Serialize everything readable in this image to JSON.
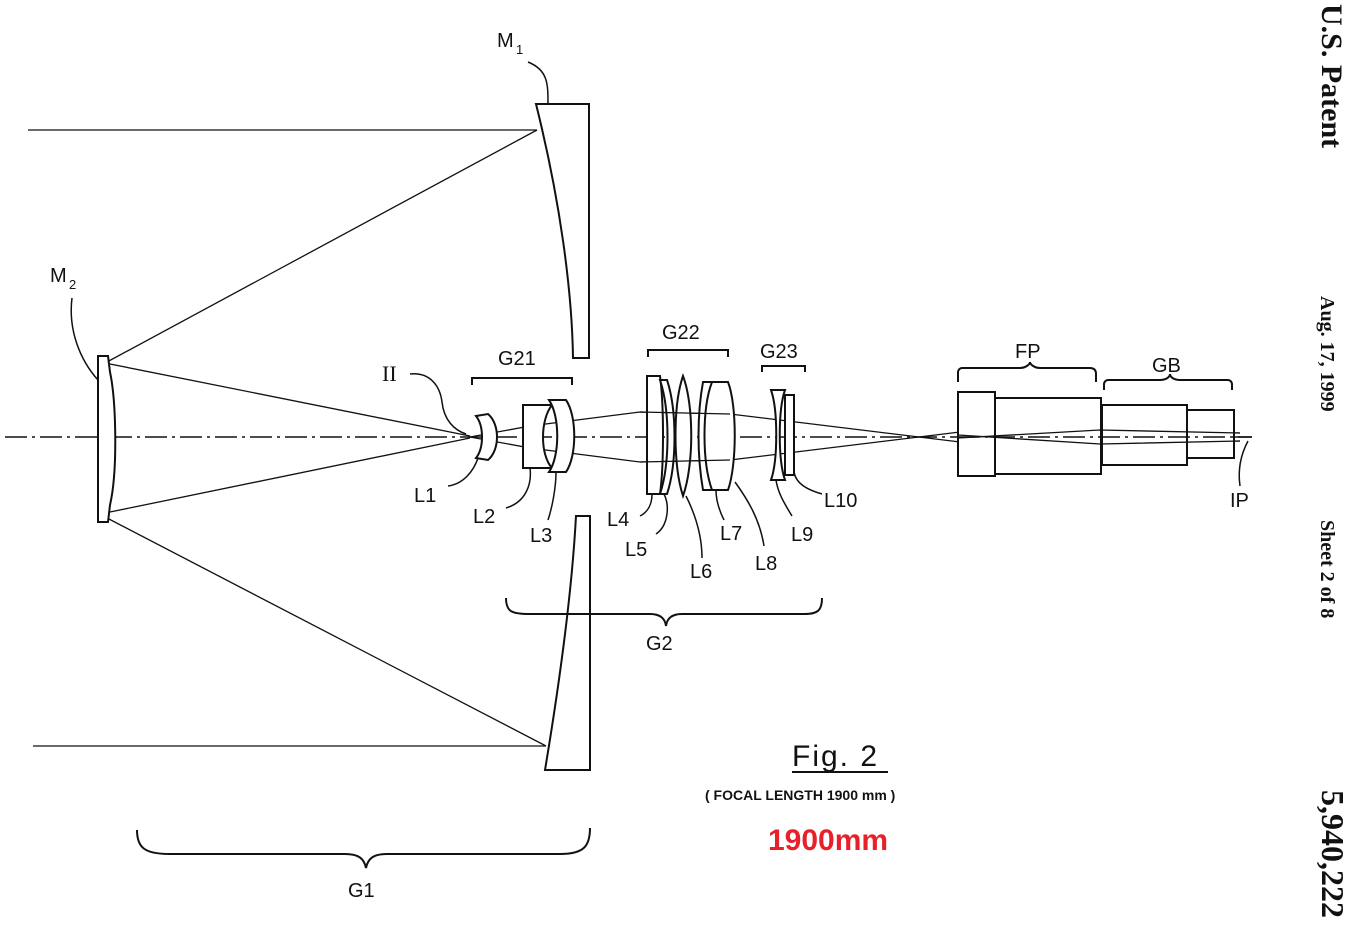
{
  "header": {
    "patent": "U.S. Patent",
    "date": "Aug. 17, 1999",
    "sheet": "Sheet 2 of 8",
    "number": "5,940,222"
  },
  "figure": {
    "title": "Fig. 2",
    "subtitle": "( FOCAL LENGTH 1900 mm )",
    "annotation": "1900mm",
    "annotation_color": "#e8202a"
  },
  "labels": {
    "m1": "M",
    "m1_sub": "1",
    "m2": "M",
    "m2_sub": "2",
    "ii": "II",
    "g21": "G21",
    "g22": "G22",
    "g23": "G23",
    "fp": "FP",
    "gb": "GB",
    "ip": "IP",
    "g1": "G1",
    "g2": "G2",
    "l1": "L1",
    "l2": "L2",
    "l3": "L3",
    "l4": "L4",
    "l5": "L5",
    "l6": "L6",
    "l7": "L7",
    "l8": "L8",
    "l9": "L9",
    "l10": "L10"
  }
}
